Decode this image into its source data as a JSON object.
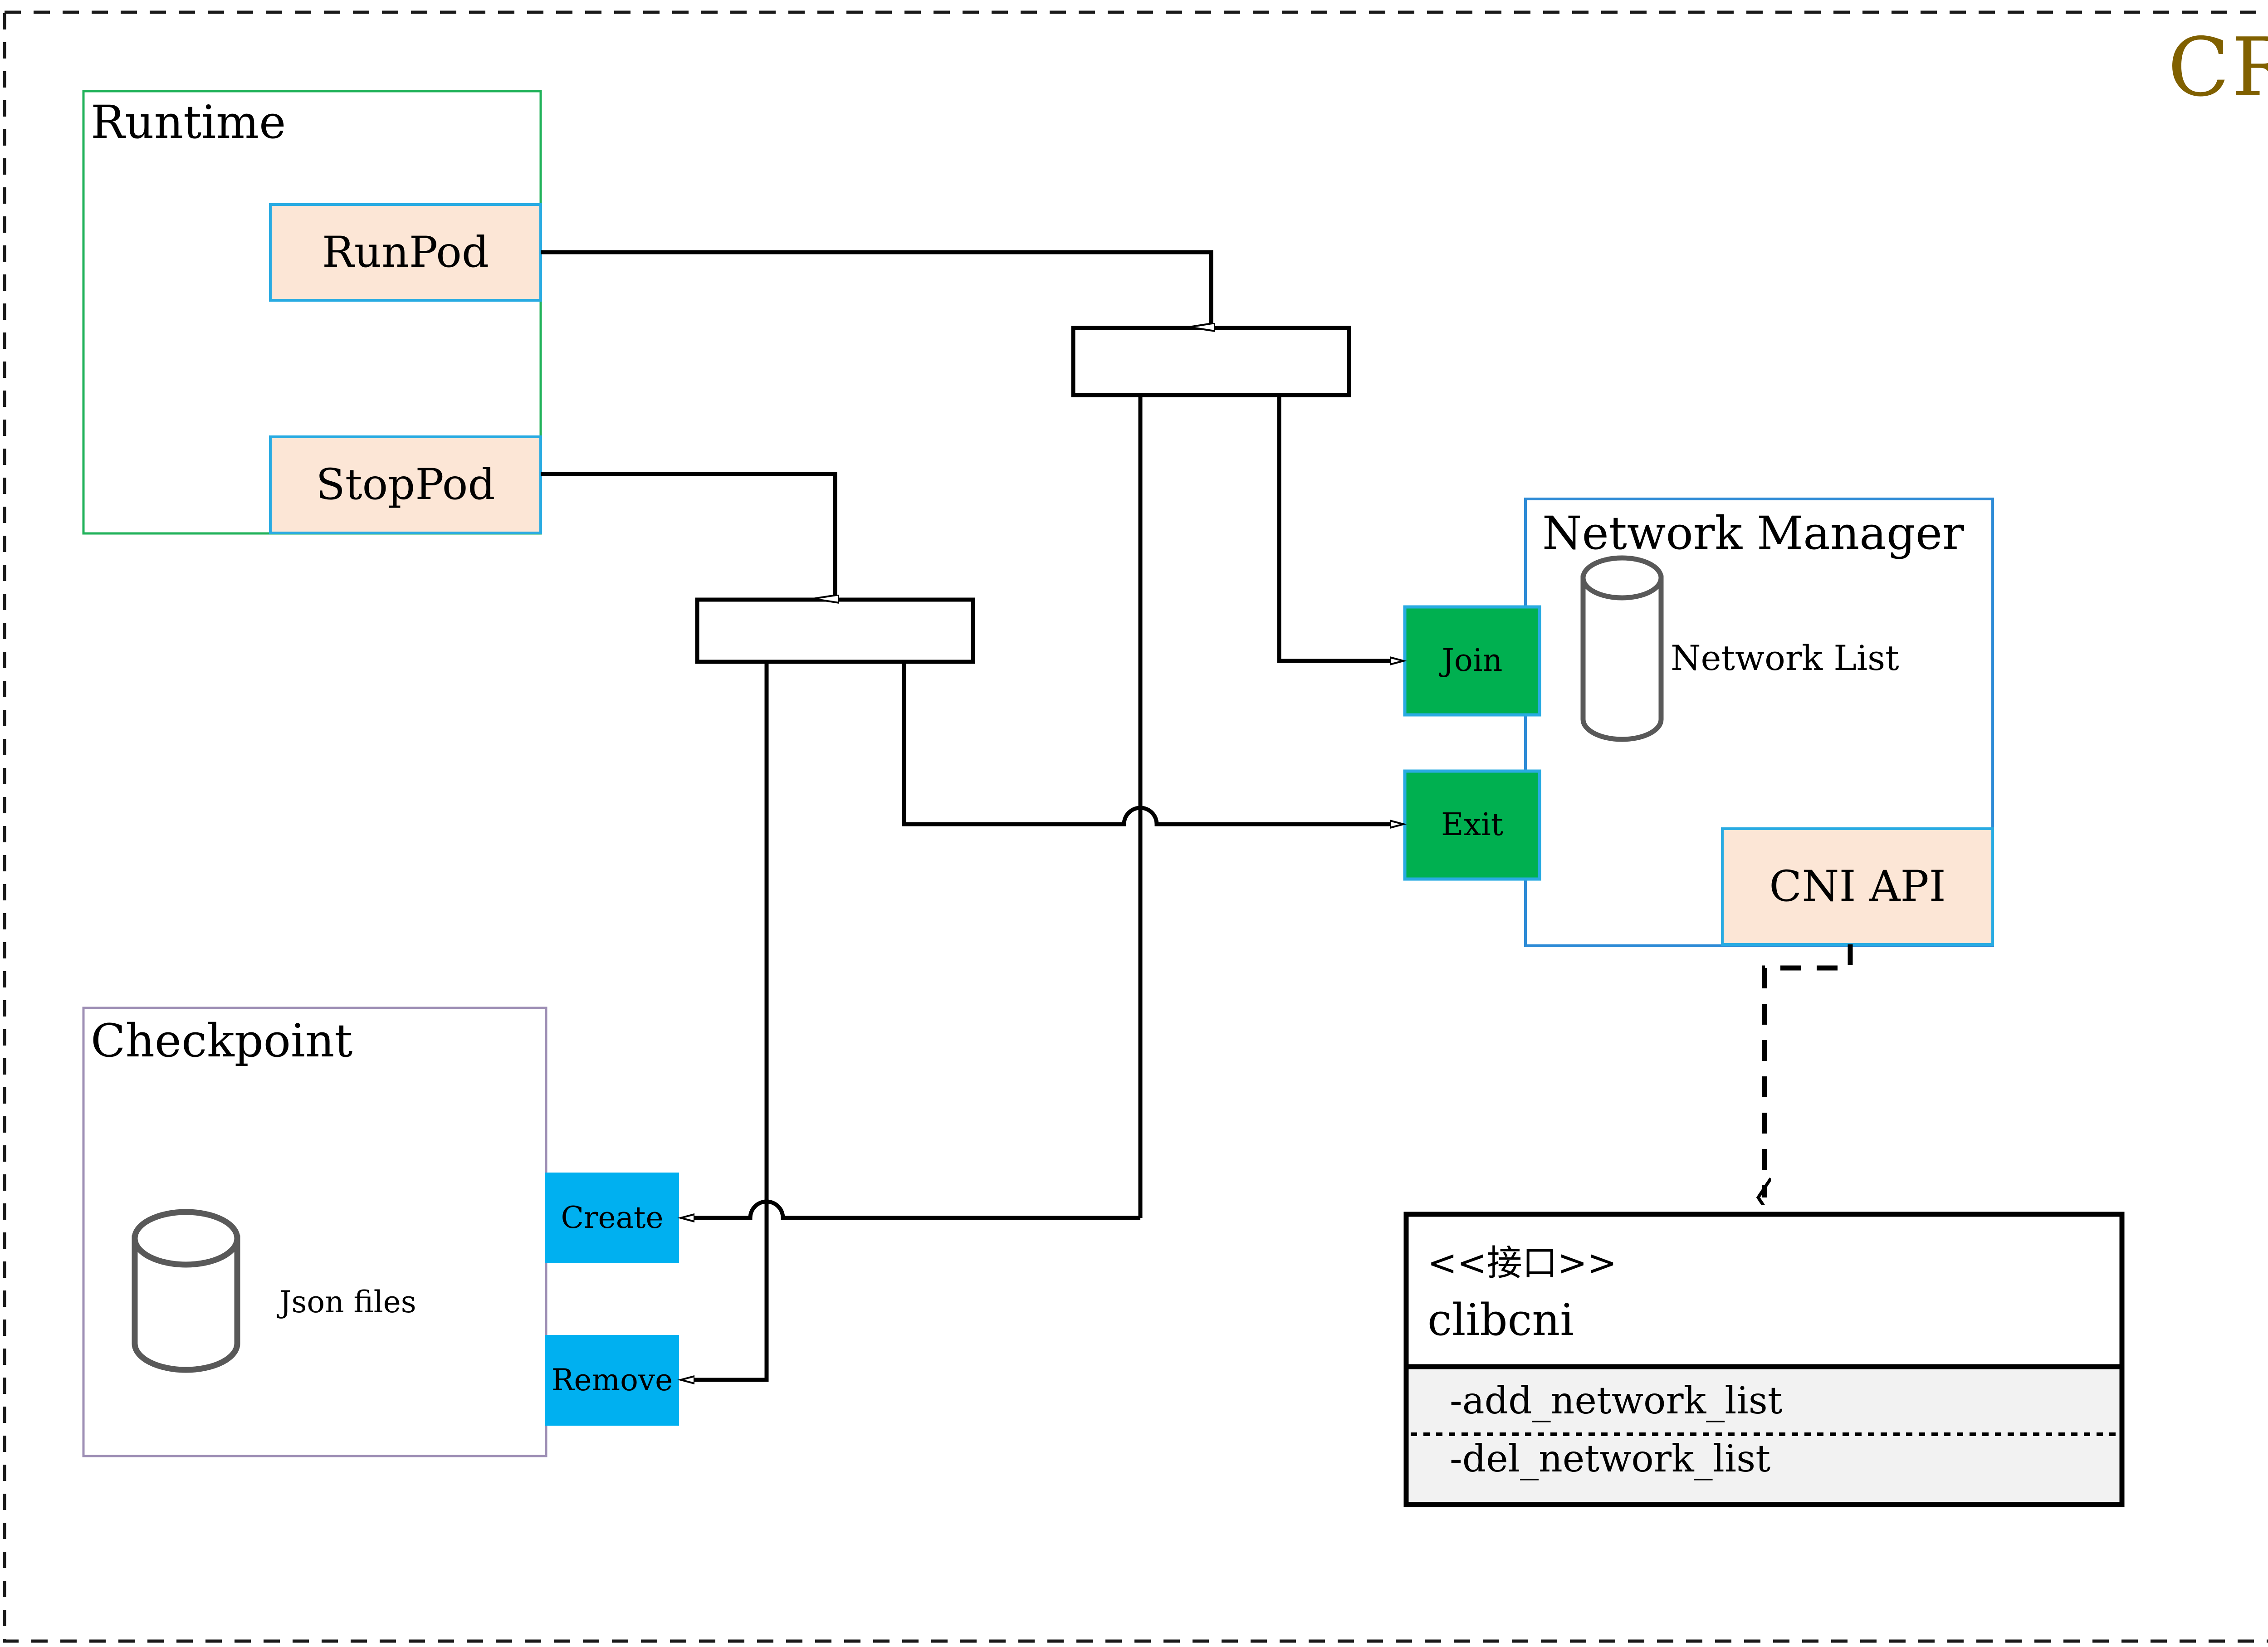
{
  "diagram": {
    "title": "CRI",
    "title_color": "#806000",
    "outer_border_style": "dashed",
    "background": "#ffffff"
  },
  "groups": [
    {
      "id": "runtime",
      "label": "Runtime",
      "border_color": "#20B25A",
      "fill": "#ffffff"
    },
    {
      "id": "checkpoint",
      "label": "Checkpoint",
      "border_color": "#9E8FB5",
      "fill": "#ffffff"
    },
    {
      "id": "network-manager",
      "label": "Network Manager",
      "border_color": "#2E8BD6",
      "fill": "#ffffff"
    }
  ],
  "nodes": [
    {
      "id": "runpod",
      "label": "RunPod",
      "fill": "#FCE6D6",
      "border_color": "#29ABE2",
      "text_color": "#000000"
    },
    {
      "id": "stoppod",
      "label": "StopPod",
      "fill": "#FCE6D6",
      "border_color": "#29ABE2",
      "text_color": "#000000"
    },
    {
      "id": "join",
      "label": "Join",
      "fill": "#00B050",
      "border_color": "#29ABE2",
      "text_color": "#000000"
    },
    {
      "id": "exit",
      "label": "Exit",
      "fill": "#00B050",
      "border_color": "#29ABE2",
      "text_color": "#000000"
    },
    {
      "id": "cni-api",
      "label": "CNI API",
      "fill": "#FCE6D6",
      "border_color": "#29ABE2",
      "text_color": "#000000"
    },
    {
      "id": "create",
      "label": "Create",
      "fill": "#00B0F0",
      "border_color": "#00B0F0",
      "text_color": "#000000"
    },
    {
      "id": "remove",
      "label": "Remove",
      "fill": "#00B0F0",
      "border_color": "#00B0F0",
      "text_color": "#000000"
    }
  ],
  "datastores": [
    {
      "id": "network-list",
      "label": "Network List",
      "stroke": "#595959"
    },
    {
      "id": "json-files",
      "label": "Json files",
      "stroke": "#595959"
    }
  ],
  "junctions": [
    {
      "id": "junction-top",
      "label": ""
    },
    {
      "id": "junction-bottom",
      "label": ""
    }
  ],
  "interface": {
    "id": "clibcni",
    "stereotype": "<<接口>>",
    "name": "clibcni",
    "methods": [
      "-add_network_list",
      "-del_network_list"
    ],
    "methods_fill": "#F2F2F2",
    "border_color": "#000000"
  }
}
